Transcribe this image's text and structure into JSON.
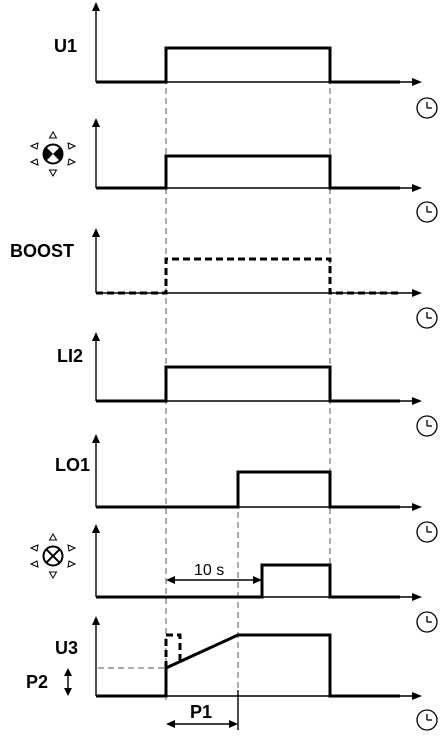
{
  "rows": {
    "u1": {
      "label": "U1",
      "icon": "clock-icon"
    },
    "lamp_on": {
      "icon": "signal-lamp-filled-icon",
      "clock": "clock-icon"
    },
    "boost": {
      "label": "BOOST",
      "style": "dashed",
      "icon": "clock-icon"
    },
    "li2": {
      "label": "LI2",
      "icon": "clock-icon"
    },
    "lo1": {
      "label": "LO1",
      "icon": "clock-icon"
    },
    "lamp_off": {
      "icon": "signal-lamp-crossed-icon",
      "clock": "clock-icon"
    },
    "u3": {
      "label": "U3",
      "icon": "clock-icon"
    }
  },
  "annotations": {
    "delay": "10 s",
    "p1": "P1",
    "p2": "P2"
  },
  "colors": {
    "ink": "#000000",
    "background": "#ffffff",
    "guide": "#555555"
  }
}
